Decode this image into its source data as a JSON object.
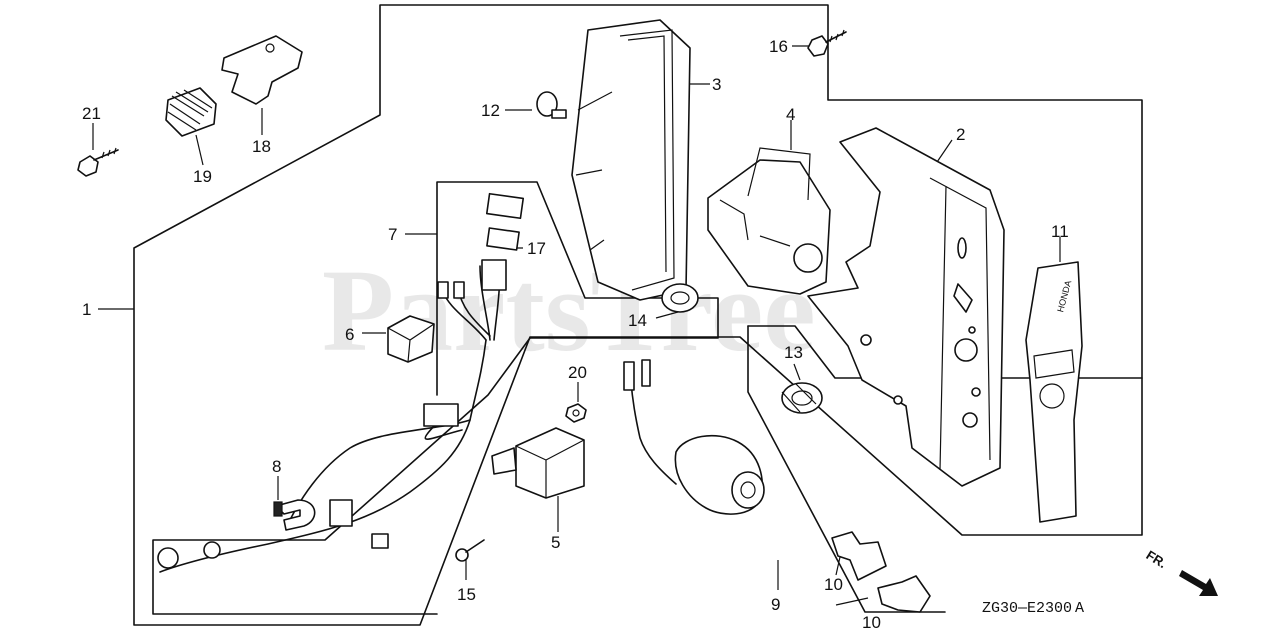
{
  "watermark": "PartsTree",
  "diagram_code": "ZG30—E2300 A",
  "front_indicator": "FR.",
  "decal_text": "HONDA",
  "callouts": [
    {
      "id": "c1",
      "label": "1"
    },
    {
      "id": "c2",
      "label": "2"
    },
    {
      "id": "c3",
      "label": "3"
    },
    {
      "id": "c4",
      "label": "4"
    },
    {
      "id": "c5",
      "label": "5"
    },
    {
      "id": "c6",
      "label": "6"
    },
    {
      "id": "c7",
      "label": "7"
    },
    {
      "id": "c8",
      "label": "8"
    },
    {
      "id": "c9",
      "label": "9"
    },
    {
      "id": "c10a",
      "label": "10"
    },
    {
      "id": "c10b",
      "label": "10"
    },
    {
      "id": "c11",
      "label": "11"
    },
    {
      "id": "c12",
      "label": "12"
    },
    {
      "id": "c13",
      "label": "13"
    },
    {
      "id": "c14",
      "label": "14"
    },
    {
      "id": "c15",
      "label": "15"
    },
    {
      "id": "c16",
      "label": "16"
    },
    {
      "id": "c17",
      "label": "17"
    },
    {
      "id": "c18",
      "label": "18"
    },
    {
      "id": "c19",
      "label": "19"
    },
    {
      "id": "c20",
      "label": "20"
    },
    {
      "id": "c21",
      "label": "21"
    }
  ]
}
